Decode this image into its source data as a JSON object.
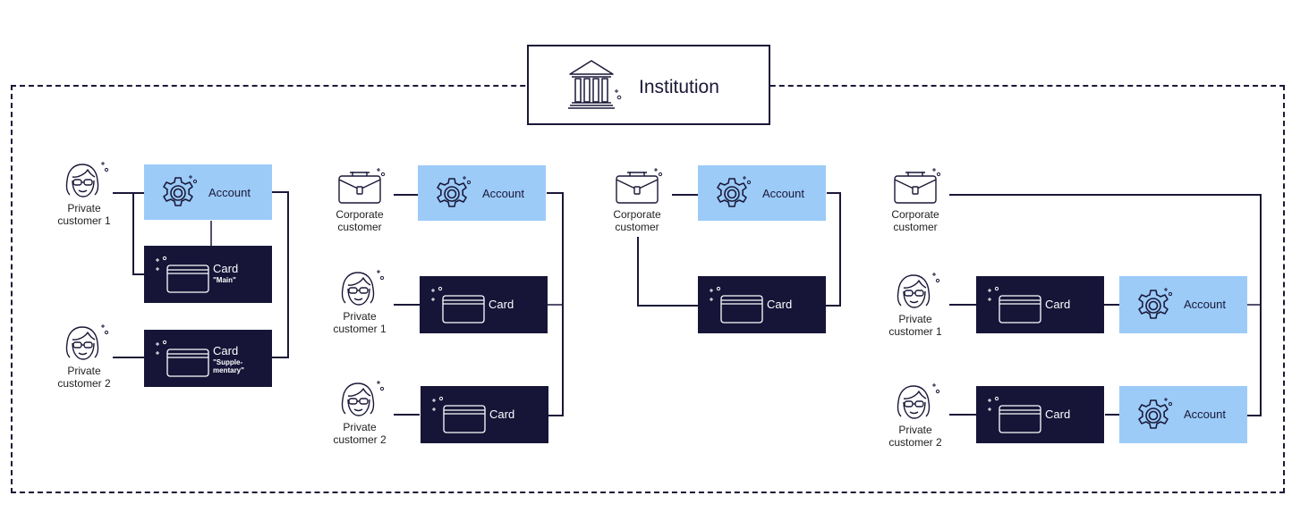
{
  "title": "Institution",
  "colors": {
    "ink": "#1a1838",
    "account_fill": "#9ccbf8",
    "card_fill": "#161538"
  },
  "groups": [
    {
      "customers": [
        {
          "icon": "private-customer-icon",
          "line1": "Private",
          "line2": "customer 1"
        },
        {
          "icon": "private-customer-icon",
          "line1": "Private",
          "line2": "customer 2"
        }
      ],
      "account": {
        "label": "Account"
      },
      "cards": [
        {
          "label": "Card",
          "sub": "\"Main\""
        },
        {
          "label": "Card",
          "sub": "\"Supple-mentary\""
        }
      ]
    },
    {
      "customers": [
        {
          "icon": "corporate-customer-icon",
          "line1": "Corporate",
          "line2": "customer"
        },
        {
          "icon": "private-customer-icon",
          "line1": "Private",
          "line2": "customer 1"
        },
        {
          "icon": "private-customer-icon",
          "line1": "Private",
          "line2": "customer 2"
        }
      ],
      "account": {
        "label": "Account"
      },
      "cards": [
        {
          "label": "Card"
        },
        {
          "label": "Card"
        }
      ]
    },
    {
      "customers": [
        {
          "icon": "corporate-customer-icon",
          "line1": "Corporate",
          "line2": "customer"
        }
      ],
      "account": {
        "label": "Account"
      },
      "cards": [
        {
          "label": "Card"
        }
      ]
    },
    {
      "customers": [
        {
          "icon": "corporate-customer-icon",
          "line1": "Corporate",
          "line2": "customer"
        },
        {
          "icon": "private-customer-icon",
          "line1": "Private",
          "line2": "customer 1"
        },
        {
          "icon": "private-customer-icon",
          "line1": "Private",
          "line2": "customer 2"
        }
      ],
      "accounts": [
        {
          "label": "Account"
        },
        {
          "label": "Account"
        }
      ],
      "cards": [
        {
          "label": "Card"
        },
        {
          "label": "Card"
        }
      ]
    }
  ]
}
